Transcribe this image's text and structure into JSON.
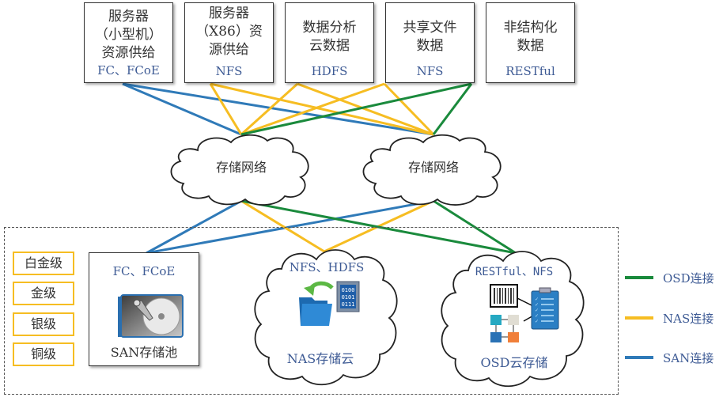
{
  "colors": {
    "osd": "#1a8a3c",
    "nas": "#f6bd22",
    "san": "#2f7ab8",
    "protocol_text": "#3d5a94",
    "tier_border": "#f6bd22"
  },
  "sources": [
    {
      "title_lines": [
        "服务器",
        "（小型机）",
        "资源供给"
      ],
      "protocol": "FC、FCoE"
    },
    {
      "title_lines": [
        "服务器",
        "（X86）资",
        "源供给"
      ],
      "protocol": "NFS"
    },
    {
      "title_lines": [
        "数据分析",
        "云数据"
      ],
      "protocol": "HDFS"
    },
    {
      "title_lines": [
        "共享文件",
        "数据"
      ],
      "protocol": "NFS"
    },
    {
      "title_lines": [
        "非结构化",
        "数据"
      ],
      "protocol": "RESTful"
    }
  ],
  "networks": [
    {
      "label": "存储网络"
    },
    {
      "label": "存储网络"
    }
  ],
  "tiers": [
    "白金级",
    "金级",
    "银级",
    "铜级"
  ],
  "san_pool": {
    "protocol": "FC、FCoE",
    "name": "SAN存储池",
    "icon": "hard-disk-icon"
  },
  "nas_cloud": {
    "protocol": "NFS、HDFS",
    "name": "NAS存储云",
    "icons": [
      "folder-icon",
      "binary-file-icon",
      "arrow-icon"
    ]
  },
  "osd_cloud": {
    "protocol": "RESTful、NFS",
    "name": "OSD云存储",
    "icons": [
      "barcode-icon",
      "clipboard-checklist-icon",
      "object-blocks-icon"
    ]
  },
  "legend": [
    {
      "type": "osd",
      "label": "OSD连接"
    },
    {
      "type": "nas",
      "label": "NAS连接"
    },
    {
      "type": "san",
      "label": "SAN连接"
    }
  ],
  "connections": [
    {
      "from": "source-0",
      "to": "network-0",
      "type": "san"
    },
    {
      "from": "source-0",
      "to": "network-1",
      "type": "san"
    },
    {
      "from": "source-1",
      "to": "network-0",
      "type": "nas"
    },
    {
      "from": "source-1",
      "to": "network-1",
      "type": "nas"
    },
    {
      "from": "source-2",
      "to": "network-0",
      "type": "nas"
    },
    {
      "from": "source-2",
      "to": "network-1",
      "type": "nas"
    },
    {
      "from": "source-3",
      "to": "network-0",
      "type": "nas"
    },
    {
      "from": "source-3",
      "to": "network-1",
      "type": "nas"
    },
    {
      "from": "source-4",
      "to": "network-0",
      "type": "osd"
    },
    {
      "from": "source-4",
      "to": "network-1",
      "type": "osd"
    },
    {
      "from": "network-0",
      "to": "san",
      "type": "san"
    },
    {
      "from": "network-1",
      "to": "san",
      "type": "san"
    },
    {
      "from": "network-0",
      "to": "nas",
      "type": "nas"
    },
    {
      "from": "network-1",
      "to": "nas",
      "type": "nas"
    },
    {
      "from": "network-0",
      "to": "osd",
      "type": "osd"
    },
    {
      "from": "network-1",
      "to": "osd",
      "type": "osd"
    }
  ]
}
